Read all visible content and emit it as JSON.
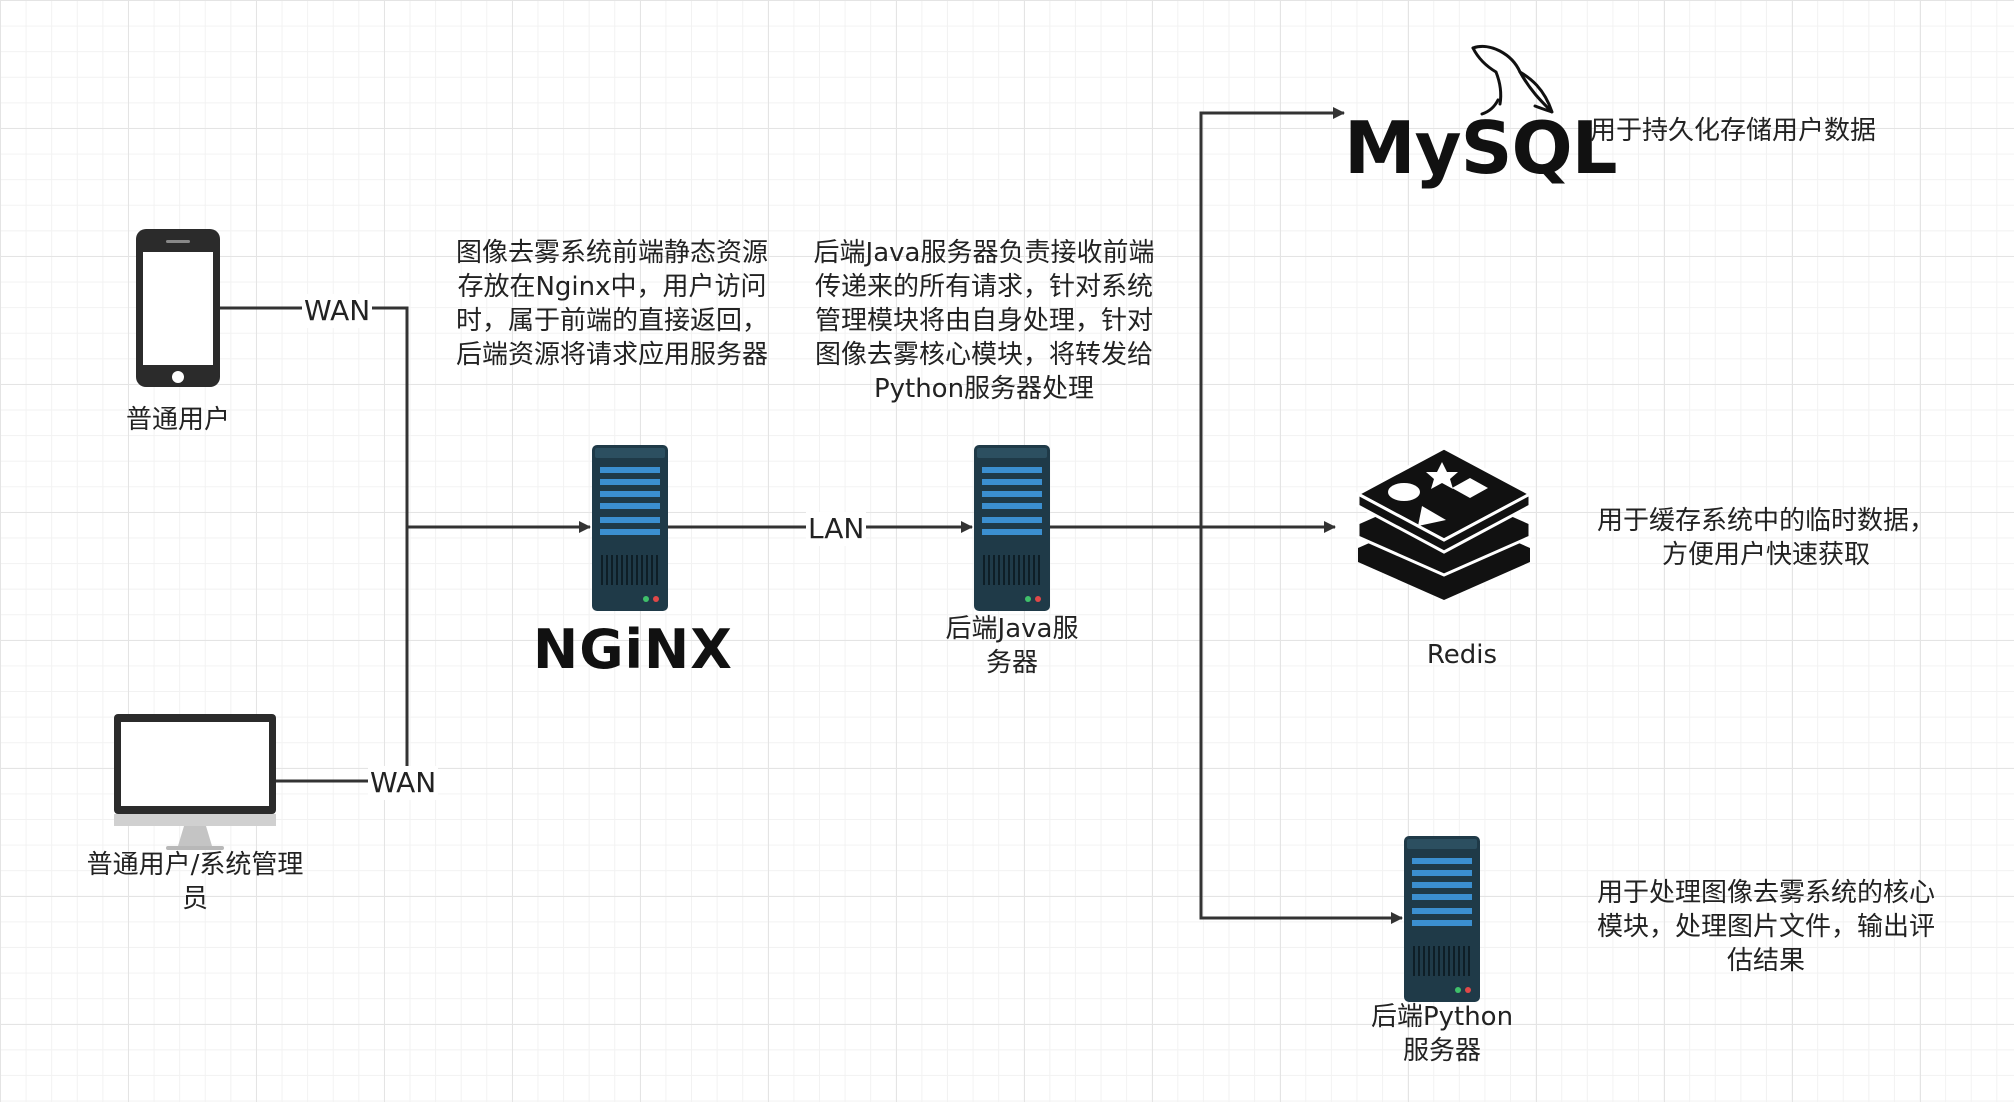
{
  "nodes": {
    "mobile_user": "普通用户",
    "desktop_user": "普通用户/系统管理员",
    "nginx_logo": "NGiNX",
    "java_server": "后端Java服务器",
    "mysql_logo": "MySQL",
    "redis": "Redis",
    "python_server": "后端Python服务器"
  },
  "edges": {
    "wan_top": "WAN",
    "wan_bottom": "WAN",
    "lan": "LAN"
  },
  "notes": {
    "nginx_desc": [
      "图像去雾系统前端静态资源",
      "存放在Nginx中，用户访问",
      "时，属于前端的直接返回，",
      "后端资源将请求应用服务器"
    ],
    "java_desc": [
      "后端Java服务器负责接收前端",
      "传递来的所有请求，针对系统",
      "管理模块将由自身处理，针对",
      "图像去雾核心模块，将转发给",
      "Python服务器处理"
    ],
    "mysql_desc": "用于持久化存储用户数据",
    "redis_desc": [
      "用于缓存系统中的临时数据，",
      "方便用户快速获取"
    ],
    "python_desc": [
      "用于处理图像去雾系统的核心",
      "模块，处理图片文件，输出评",
      "估结果"
    ]
  }
}
